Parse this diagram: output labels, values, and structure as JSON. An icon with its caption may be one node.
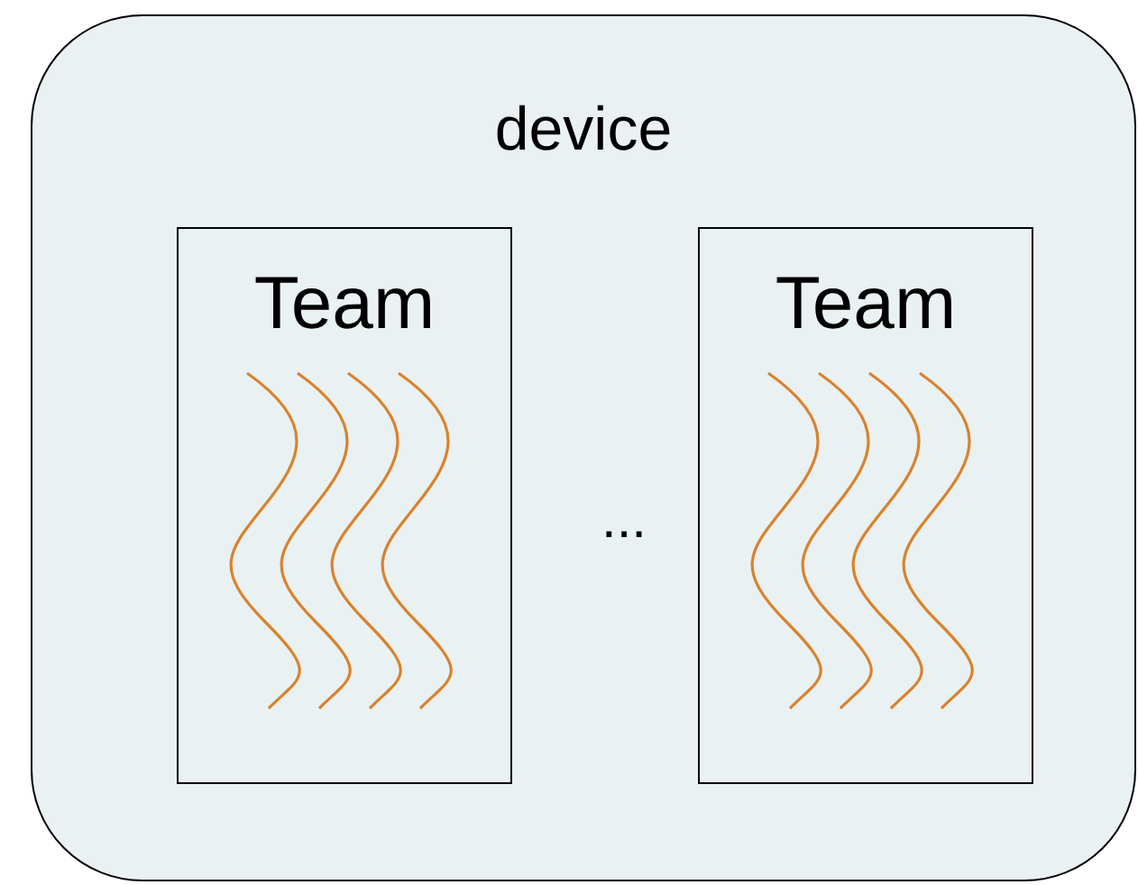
{
  "diagram": {
    "nodes": [
      {
        "text": [
          "device"
        ]
      },
      {
        "text": [
          "Team"
        ],
        "in": 0
      },
      {
        "text": [
          "Team"
        ],
        "in": 0
      }
    ],
    "labels": [
      "..."
    ]
  }
}
